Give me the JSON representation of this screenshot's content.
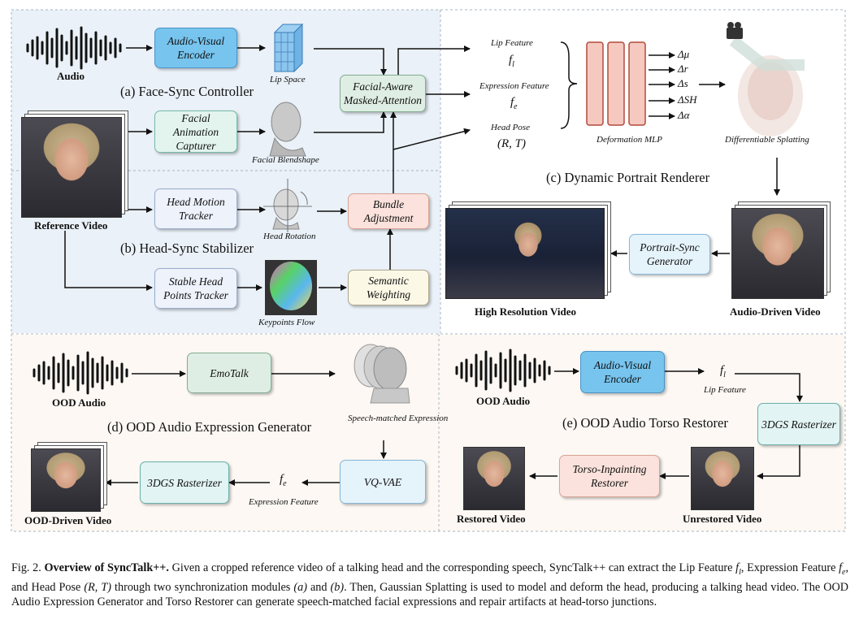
{
  "panels": {
    "a": "(a) Face-Sync Controller",
    "b": "(b) Head-Sync Stabilizer",
    "c": "(c) Dynamic Portrait Renderer",
    "d": "(d) OOD Audio Expression Generator",
    "e": "(e) OOD Audio Torso Restorer"
  },
  "boxes": {
    "av_encoder_1": "Audio-Visual Encoder",
    "facial_capturer": "Facial Animation Capturer",
    "masked_attention": "Facial-Aware Masked-Attention",
    "head_tracker": "Head Motion Tracker",
    "bundle": "Bundle Adjustment",
    "stable_tracker": "Stable Head Points Tracker",
    "semantic": "Semantic Weighting",
    "portrait_sync": "Portrait-Sync Generator",
    "emotalk": "EmoTalk",
    "vqvae": "VQ-VAE",
    "rasterizer_d": "3DGS Rasterizer",
    "av_encoder_2": "Audio-Visual Encoder",
    "rasterizer_e": "3DGS Rasterizer",
    "torso_restorer": "Torso-Inpainting Restorer"
  },
  "labels": {
    "audio": "Audio",
    "reference_video": "Reference Video",
    "lip_space": "Lip Space",
    "facial_blendshape": "Facial Blendshape",
    "head_rotation": "Head Rotation",
    "keypoints_flow": "Keypoints Flow",
    "lip_feature": "Lip Feature",
    "expression_feature": "Expression Feature",
    "head_pose": "Head Pose",
    "deformation_mlp": "Deformation MLP",
    "differentiable_splatting": "Differentiable Splatting",
    "high_res_video": "High Resolution Video",
    "audio_driven_video": "Audio-Driven Video",
    "ood_audio_d": "OOD Audio",
    "speech_matched": "Speech-matched Expression",
    "expression_feature_d": "Expression Feature",
    "ood_driven_video": "OOD-Driven Video",
    "ood_audio_e": "OOD Audio",
    "lip_feature_e": "Lip Feature",
    "restored_video": "Restored Video",
    "unrestored_video": "Unrestored Video"
  },
  "math": {
    "fl": "f",
    "fl_sub": "l",
    "fe": "f",
    "fe_sub": "e",
    "rt": "(R, T)",
    "deltas": [
      "Δμ",
      "Δr",
      "Δs",
      "ΔSH",
      "Δα"
    ],
    "fe_d": "f",
    "fe_d_sub": "e",
    "fl_e": "f",
    "fl_e_sub": "l"
  },
  "caption": {
    "fig": "Fig. 2.",
    "title": "Overview of SyncTalk++.",
    "p1": "Given a cropped reference video of a talking head and the corresponding speech, SyncTalk++ can extract the Lip Feature ",
    "fl": "f",
    "fl_sub": "l",
    "p2": ", Expression Feature ",
    "fe": "f",
    "fe_sub": "e",
    "p3": ", and Head Pose ",
    "rt": "(R, T)",
    "p4": " through two synchronization modules ",
    "ma": "(a)",
    "p5": " and ",
    "mb": "(b)",
    "p6": ". Then, Gaussian Splatting is used to model and deform the head, producing a talking head video. The OOD Audio Expression Generator and Torso Restorer can generate speech-matched facial expressions and repair artifacts at head-torso junctions."
  },
  "colors": {
    "panel_blue": "#eaf1f8",
    "panel_cream": "#fdf8f3",
    "encoder_blue": "#77c4ee"
  }
}
